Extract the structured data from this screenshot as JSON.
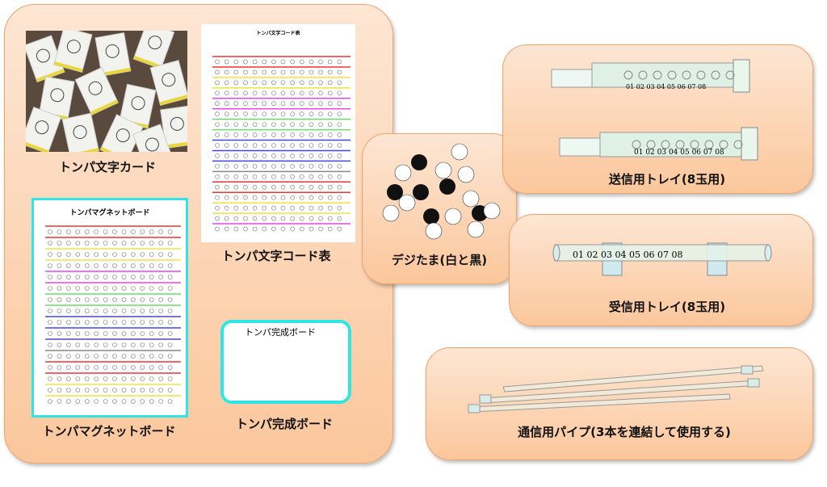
{
  "left_panel": {
    "card_label": "トンパ文字カード",
    "code_table_title": "トンパ文字コード表",
    "code_table_label": "トンパ文字コード表",
    "magnet_board_title": "トンパマグネットボード",
    "magnet_board_label": "トンパマグネットボード",
    "complete_board_title": "トンパ完成ボード",
    "complete_board_label": "トンパ完成ボード"
  },
  "center": {
    "label": "デジたま(白と黒)"
  },
  "send_tray": {
    "label": "送信用トレイ(8玉用)",
    "numbers": "01 02 03 04 05 06 07 08"
  },
  "receive_tray": {
    "label": "受信用トレイ(8玉用)",
    "numbers": "01 02 03 04 05 06 07 08"
  },
  "pipe": {
    "label": "通信用パイプ(3本を連結して使用する)"
  },
  "colors": {
    "panel": "#fbc79c",
    "border": "#f2a36a",
    "cyan": "#2ee6e6"
  }
}
